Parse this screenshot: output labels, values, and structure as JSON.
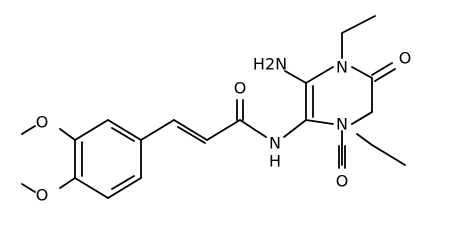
{
  "structure": {
    "bond_color": "#000000",
    "background": "#ffffff",
    "atom_labels": {
      "amine_nh2": "H2N",
      "ring_n1": "N",
      "ring_n3": "N",
      "ring_o2": "O",
      "ring_o4": "O",
      "amide_nh": "N",
      "amide_h": "H",
      "amide_o": "O",
      "methoxy_o3": "O",
      "methoxy_o4": "O"
    }
  }
}
